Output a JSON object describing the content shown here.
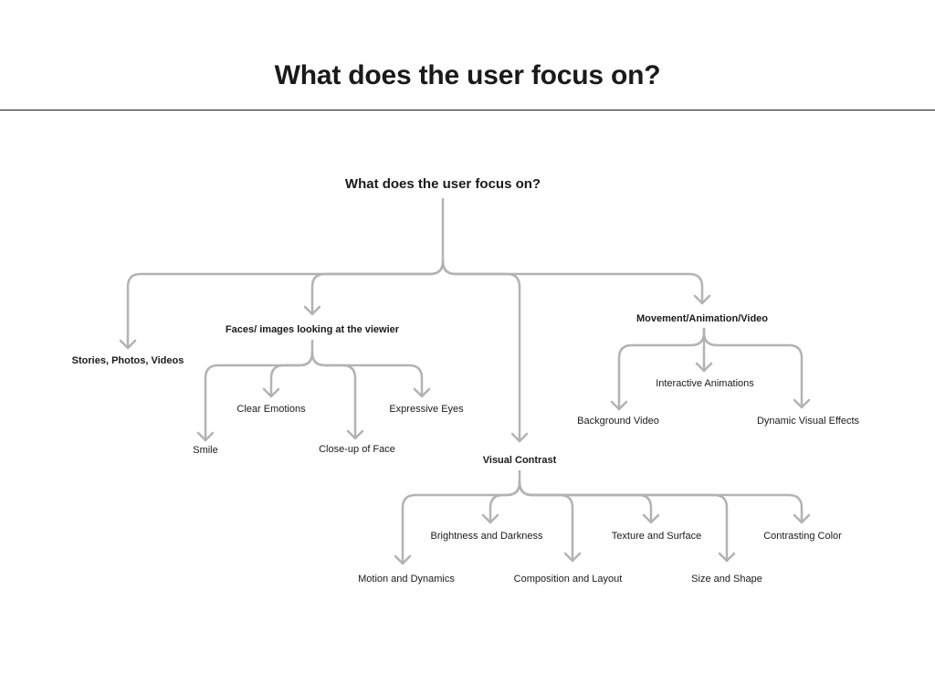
{
  "header": {
    "title": "What does the user focus on?"
  },
  "colors": {
    "connector": "#b3b3b3",
    "text": "#1a1a1a",
    "background": "#ffffff"
  },
  "tree": {
    "root": "What does the user focus on?",
    "branches": {
      "stories": "Stories, Photos, Videos",
      "faces": {
        "label": "Faces/ images looking at the viewier",
        "children": {
          "smile": "Smile",
          "clear_emotions": "Clear Emotions",
          "closeup": "Close-up of Face",
          "expressive_eyes": "Expressive Eyes"
        }
      },
      "visual_contrast": {
        "label": "Visual Contrast",
        "children": {
          "motion": "Motion and Dynamics",
          "brightness": "Brightness and Darkness",
          "composition": "Composition and Layout",
          "texture": "Texture and Surface",
          "size_shape": "Size and Shape",
          "contrasting_color": "Contrasting Color"
        }
      },
      "movement": {
        "label": "Movement/Animation/Video",
        "children": {
          "background_video": "Background Video",
          "interactive_animations": "Interactive Animations",
          "dynamic_effects": "Dynamic Visual Effects"
        }
      }
    }
  }
}
